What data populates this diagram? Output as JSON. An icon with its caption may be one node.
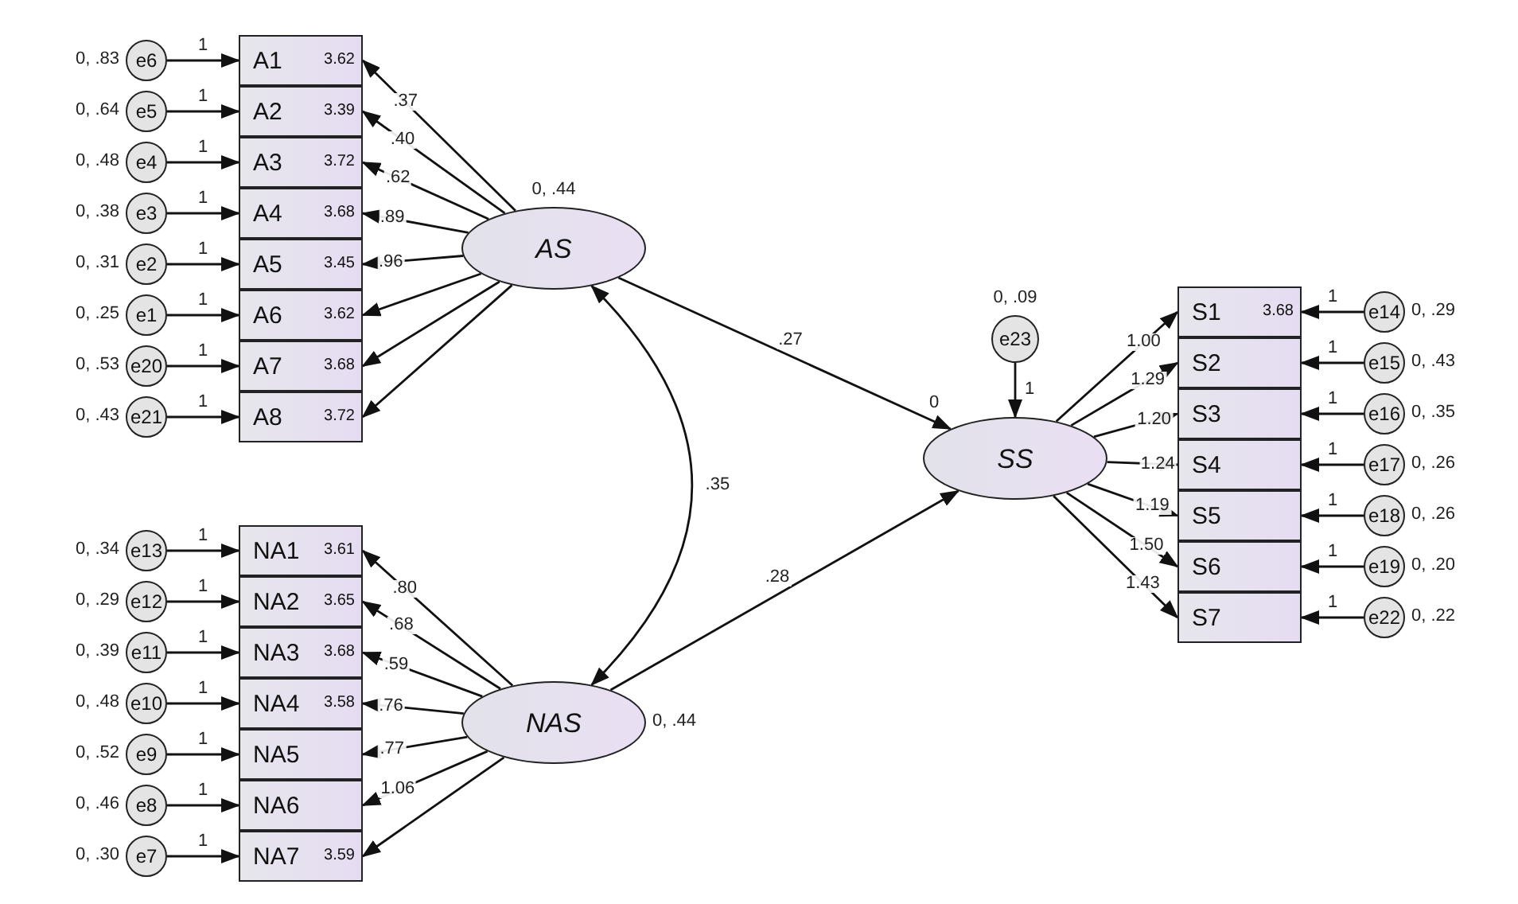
{
  "diagram": {
    "nodes": [
      {
        "text": [
          "e6"
        ],
        "beside": [
          "0, .83"
        ]
      },
      {
        "text": [
          "e5"
        ],
        "beside": [
          "0, .64"
        ]
      },
      {
        "text": [
          "e4"
        ],
        "beside": [
          "0, .48"
        ]
      },
      {
        "text": [
          "e3"
        ],
        "beside": [
          "0, .38"
        ]
      },
      {
        "text": [
          "e2"
        ],
        "beside": [
          "0, .31"
        ]
      },
      {
        "text": [
          "e1"
        ],
        "beside": [
          "0, .25"
        ]
      },
      {
        "text": [
          "e20"
        ],
        "beside": [
          "0, .53"
        ]
      },
      {
        "text": [
          "e21"
        ],
        "beside": [
          "0, .43"
        ]
      },
      {
        "text": [
          "A1",
          "3.62"
        ]
      },
      {
        "text": [
          "A2",
          "3.39"
        ]
      },
      {
        "text": [
          "A3",
          "3.72"
        ]
      },
      {
        "text": [
          "A4",
          "3.68"
        ]
      },
      {
        "text": [
          "A5",
          "3.45"
        ]
      },
      {
        "text": [
          "A6",
          "3.62"
        ]
      },
      {
        "text": [
          "A7",
          "3.68"
        ]
      },
      {
        "text": [
          "A8",
          "3.72"
        ]
      },
      {
        "text": [
          "AS"
        ],
        "beside": [
          "0, .44"
        ]
      },
      {
        "text": [
          "NAS"
        ],
        "beside": [
          "0, .44"
        ]
      },
      {
        "text": [
          "e23"
        ],
        "beside": [
          "0, .09"
        ]
      },
      {
        "text": [
          "SS"
        ],
        "beside": [
          "0"
        ]
      },
      {
        "text": [
          "S1",
          "3.68"
        ]
      },
      {
        "text": [
          "S2"
        ]
      },
      {
        "text": [
          "S3"
        ]
      },
      {
        "text": [
          "S4"
        ]
      },
      {
        "text": [
          "S5"
        ]
      },
      {
        "text": [
          "S6"
        ]
      },
      {
        "text": [
          "S7"
        ]
      },
      {
        "text": [
          "e14"
        ],
        "beside": [
          "0, .29"
        ]
      },
      {
        "text": [
          "e15"
        ],
        "beside": [
          "0, .43"
        ]
      },
      {
        "text": [
          "e16"
        ],
        "beside": [
          "0, .35"
        ]
      },
      {
        "text": [
          "e17"
        ],
        "beside": [
          "0, .26"
        ]
      },
      {
        "text": [
          "e18"
        ],
        "beside": [
          "0, .26"
        ]
      },
      {
        "text": [
          "e19"
        ],
        "beside": [
          "0, .20"
        ]
      },
      {
        "text": [
          "e22"
        ],
        "beside": [
          "0, .22"
        ]
      },
      {
        "text": [
          "e13"
        ],
        "beside": [
          "0, .34"
        ]
      },
      {
        "text": [
          "e12"
        ],
        "beside": [
          "0, .29"
        ]
      },
      {
        "text": [
          "e11"
        ],
        "beside": [
          "0, .39"
        ]
      },
      {
        "text": [
          "e10"
        ],
        "beside": [
          "0, .48"
        ]
      },
      {
        "text": [
          "e9"
        ],
        "beside": [
          "0, .52"
        ]
      },
      {
        "text": [
          "e8"
        ],
        "beside": [
          "0, .46"
        ]
      },
      {
        "text": [
          "e7"
        ],
        "beside": [
          "0, .30"
        ]
      },
      {
        "text": [
          "NA1",
          "3.61"
        ]
      },
      {
        "text": [
          "NA2",
          "3.65"
        ]
      },
      {
        "text": [
          "NA3",
          "3.68"
        ]
      },
      {
        "text": [
          "NA4",
          "3.58"
        ]
      },
      {
        "text": [
          "NA5"
        ]
      },
      {
        "text": [
          "NA6"
        ]
      },
      {
        "text": [
          "NA7",
          "3.59"
        ]
      }
    ],
    "edges": [
      {
        "from": 0,
        "to": 8,
        "arrow": "to",
        "label": "1"
      },
      {
        "from": 1,
        "to": 9,
        "arrow": "to",
        "label": "1"
      },
      {
        "from": 2,
        "to": 10,
        "arrow": "to",
        "label": "1"
      },
      {
        "from": 3,
        "to": 11,
        "arrow": "to",
        "label": "1"
      },
      {
        "from": 4,
        "to": 12,
        "arrow": "to",
        "label": "1"
      },
      {
        "from": 5,
        "to": 13,
        "arrow": "to",
        "label": "1"
      },
      {
        "from": 6,
        "to": 14,
        "arrow": "to",
        "label": "1"
      },
      {
        "from": 7,
        "to": 15,
        "arrow": "to",
        "label": "1"
      },
      {
        "from": 16,
        "to": 8,
        "arrow": "to",
        "label": ".37"
      },
      {
        "from": 16,
        "to": 9,
        "arrow": "to",
        "label": ".40"
      },
      {
        "from": 16,
        "to": 10,
        "arrow": "to",
        "label": ".62"
      },
      {
        "from": 16,
        "to": 11,
        "arrow": "to",
        "label": ".89"
      },
      {
        "from": 16,
        "to": 12,
        "arrow": "to",
        "label": ".96"
      },
      {
        "from": 16,
        "to": 13,
        "arrow": "to"
      },
      {
        "from": 16,
        "to": 14,
        "arrow": "to"
      },
      {
        "from": 16,
        "to": 15,
        "arrow": "to"
      },
      {
        "from": 16,
        "to": 17,
        "arrow": "both",
        "label": ".35"
      },
      {
        "from": 16,
        "to": 19,
        "arrow": "to",
        "label": ".27"
      },
      {
        "from": 17,
        "to": 19,
        "arrow": "to",
        "label": ".28"
      },
      {
        "from": 18,
        "to": 19,
        "arrow": "to",
        "label": "1"
      },
      {
        "from": 19,
        "to": 20,
        "arrow": "to",
        "label": "1.00"
      },
      {
        "from": 19,
        "to": 21,
        "arrow": "to",
        "label": "1.29"
      },
      {
        "from": 19,
        "to": 22,
        "arrow": "to",
        "label": "1.20"
      },
      {
        "from": 19,
        "to": 23,
        "arrow": "to",
        "label": "1.24"
      },
      {
        "from": 19,
        "to": 24,
        "arrow": "to",
        "label": "1.19"
      },
      {
        "from": 19,
        "to": 25,
        "arrow": "to",
        "label": "1.50"
      },
      {
        "from": 19,
        "to": 26,
        "arrow": "to",
        "label": "1.43"
      },
      {
        "from": 27,
        "to": 20,
        "arrow": "to",
        "label": "1"
      },
      {
        "from": 28,
        "to": 21,
        "arrow": "to",
        "label": "1"
      },
      {
        "from": 29,
        "to": 22,
        "arrow": "to",
        "label": "1"
      },
      {
        "from": 30,
        "to": 23,
        "arrow": "to",
        "label": "1"
      },
      {
        "from": 31,
        "to": 24,
        "arrow": "to",
        "label": "1"
      },
      {
        "from": 32,
        "to": 25,
        "arrow": "to",
        "label": "1"
      },
      {
        "from": 33,
        "to": 26,
        "arrow": "to",
        "label": "1"
      },
      {
        "from": 34,
        "to": 41,
        "arrow": "to",
        "label": "1"
      },
      {
        "from": 35,
        "to": 42,
        "arrow": "to",
        "label": "1"
      },
      {
        "from": 36,
        "to": 43,
        "arrow": "to",
        "label": "1"
      },
      {
        "from": 37,
        "to": 44,
        "arrow": "to",
        "label": "1"
      },
      {
        "from": 38,
        "to": 45,
        "arrow": "to",
        "label": "1"
      },
      {
        "from": 39,
        "to": 46,
        "arrow": "to",
        "label": "1"
      },
      {
        "from": 40,
        "to": 47,
        "arrow": "to",
        "label": "1"
      },
      {
        "from": 17,
        "to": 41,
        "arrow": "to",
        "label": ".80"
      },
      {
        "from": 17,
        "to": 42,
        "arrow": "to",
        "label": ".68"
      },
      {
        "from": 17,
        "to": 43,
        "arrow": "to",
        "label": ".59"
      },
      {
        "from": 17,
        "to": 44,
        "arrow": "to",
        "label": ".76"
      },
      {
        "from": 17,
        "to": 45,
        "arrow": "to",
        "label": ".77"
      },
      {
        "from": 17,
        "to": 46,
        "arrow": "to",
        "label": "1.06"
      },
      {
        "from": 17,
        "to": 47,
        "arrow": "to"
      }
    ]
  }
}
